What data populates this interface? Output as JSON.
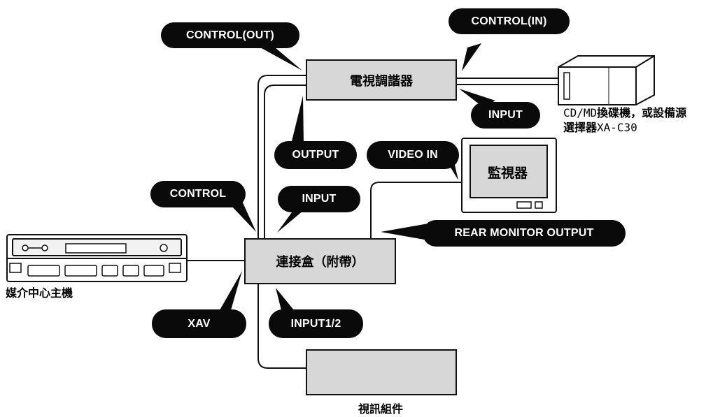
{
  "boxes": {
    "tuner": "電視調諧器",
    "connection_box": "連接盒（附帶）",
    "visual_component": "",
    "monitor": "監視器"
  },
  "captions": {
    "media_center": "媒介中心主機",
    "visual_component": "視訊組件",
    "changer_line1_a": "CD/MD",
    "changer_line1_b": "換碟機，或設備源",
    "changer_line2_a": "選擇器",
    "changer_line2_b": "XA-C30"
  },
  "labels": {
    "control_out": "CONTROL(OUT)",
    "control_in": "CONTROL(IN)",
    "input_tuner": "INPUT",
    "output": "OUTPUT",
    "video_in": "VIDEO IN",
    "control": "CONTROL",
    "input_box": "INPUT",
    "rear_monitor_output": "REAR MONITOR OUTPUT",
    "xav": "XAV",
    "input12": "INPUT1/2"
  }
}
